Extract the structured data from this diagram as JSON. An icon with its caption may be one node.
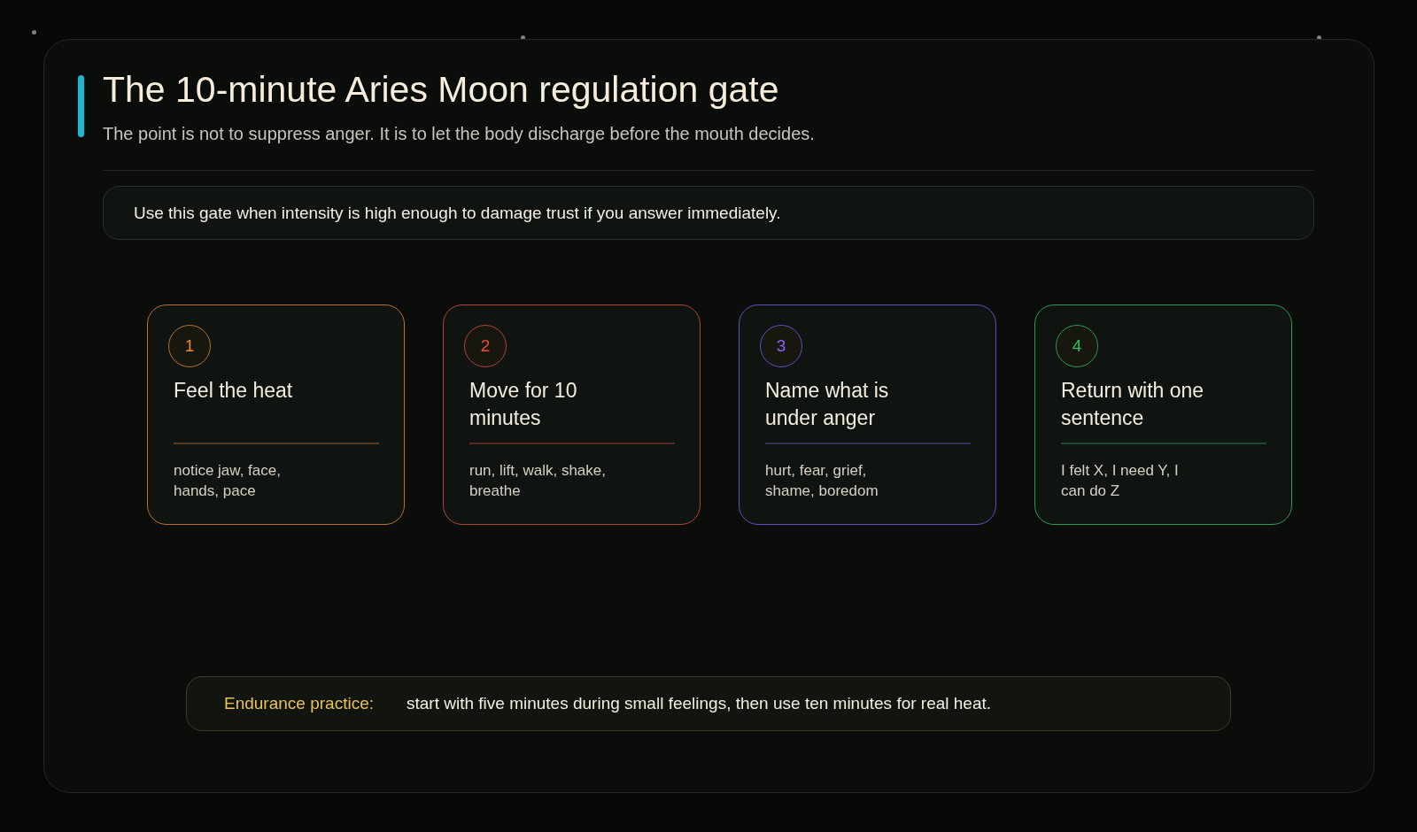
{
  "diagram": {
    "title": "The 10-minute Aries Moon regulation gate",
    "nodes": [
      {
        "text": [
          "Use this gate when intensity is high enough to damage trust if you answer immediately."
        ]
      },
      {
        "text": [
          "Feel the heat",
          "notice jaw, face, hands, pace"
        ]
      },
      {
        "text": [
          "1"
        ],
        "in": 1
      },
      {
        "text": [
          "Move for 10 minutes",
          "run, lift, walk, shake, breathe"
        ]
      },
      {
        "text": [
          "2"
        ],
        "in": 3
      },
      {
        "text": [
          "Name what is under anger",
          "hurt, fear, grief, shame, boredom"
        ]
      },
      {
        "text": [
          "3"
        ],
        "in": 5
      },
      {
        "text": [
          "Return with one sentence",
          "I felt X, I need Y, I can do Z"
        ]
      },
      {
        "text": [
          "4"
        ],
        "in": 7
      },
      {
        "text": [
          "Endurance practice:",
          "start with five minutes during small feelings, then use ten minutes for real heat."
        ]
      }
    ],
    "labels": [
      "The point is not to suppress anger. It is to let the body discharge before the mouth decides."
    ]
  }
}
